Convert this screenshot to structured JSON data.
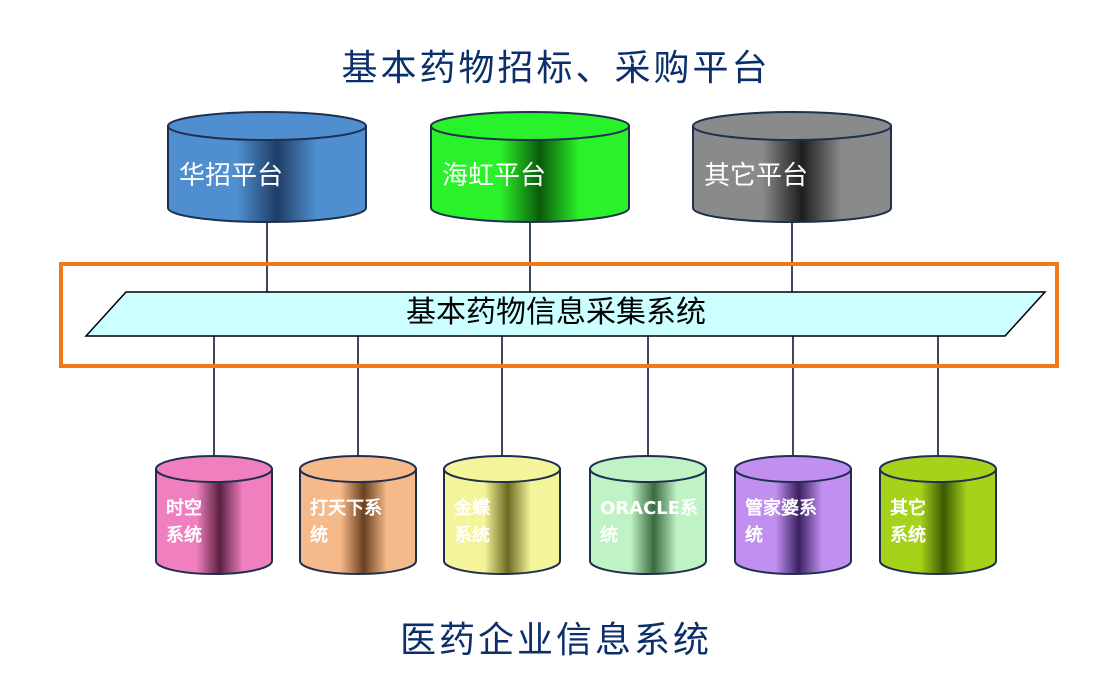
{
  "diagram": {
    "top_title": "基本药物招标、采购平台",
    "bottom_title": "医药企业信息系统",
    "collector": {
      "label": "基本药物信息采集系统",
      "frame_color": "#f07a1a",
      "fill_color": "#ccffff"
    },
    "platforms": [
      {
        "label": "华招平台",
        "color": "#4f8fd0",
        "dark": "#1f3d66"
      },
      {
        "label": "海虹平台",
        "color": "#2af22a",
        "dark": "#0a5a0a"
      },
      {
        "label": "其它平台",
        "color": "#8a8a8a",
        "dark": "#1e1e1e"
      }
    ],
    "systems": [
      {
        "lines": [
          "时空",
          "系统"
        ],
        "color": "#f07fbf",
        "dark": "#5a2040"
      },
      {
        "lines": [
          "打天下系",
          "统"
        ],
        "color": "#f6b98a",
        "dark": "#6a4020"
      },
      {
        "lines": [
          "金蝶",
          "系统"
        ],
        "color": "#f4f49a",
        "dark": "#6a6a20"
      },
      {
        "lines": [
          "ORACLE系",
          "统"
        ],
        "color": "#bff2c4",
        "dark": "#3a6a40"
      },
      {
        "lines": [
          "管家婆系",
          "统"
        ],
        "color": "#c08ff0",
        "dark": "#3a2060"
      },
      {
        "lines": [
          "其它",
          "系统"
        ],
        "color": "#a6d21a",
        "dark": "#3a5a00"
      }
    ]
  }
}
